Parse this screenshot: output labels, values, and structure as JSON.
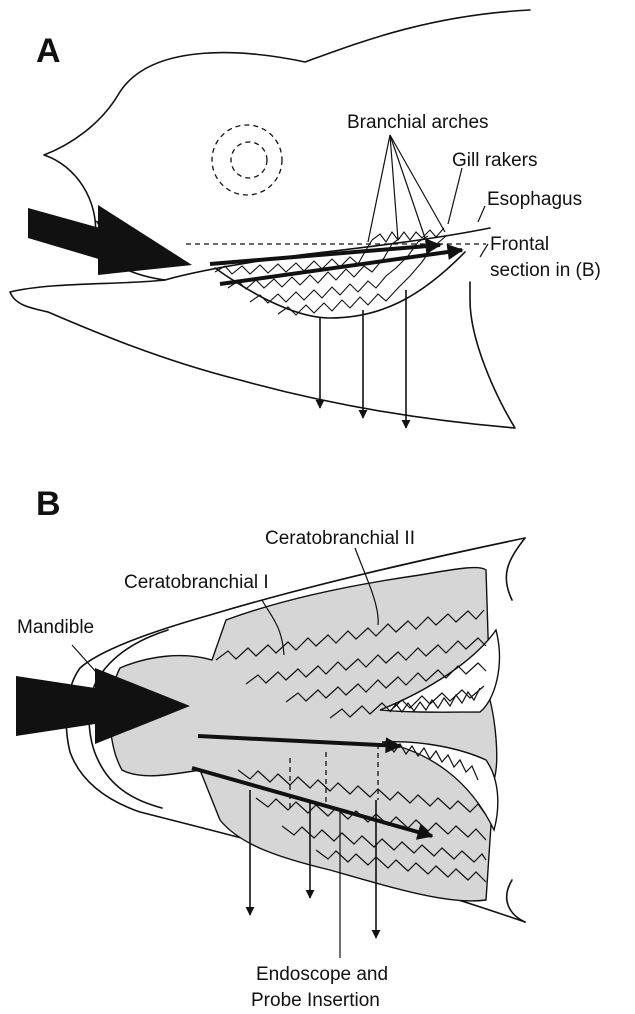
{
  "panels": {
    "a": {
      "letter": "A",
      "labels": {
        "branchial_arches": "Branchial arches",
        "gill_rakers": "Gill rakers",
        "esophagus": "Esophagus",
        "frontal_section_line1": "Frontal",
        "frontal_section_line2": "section in (B)"
      }
    },
    "b": {
      "letter": "B",
      "labels": {
        "ceratobranchial_ii": "Ceratobranchial II",
        "ceratobranchial_i": "Ceratobranchial I",
        "mandible": "Mandible",
        "endoscope_line1": "Endoscope and",
        "endoscope_line2": "Probe Insertion"
      }
    }
  }
}
